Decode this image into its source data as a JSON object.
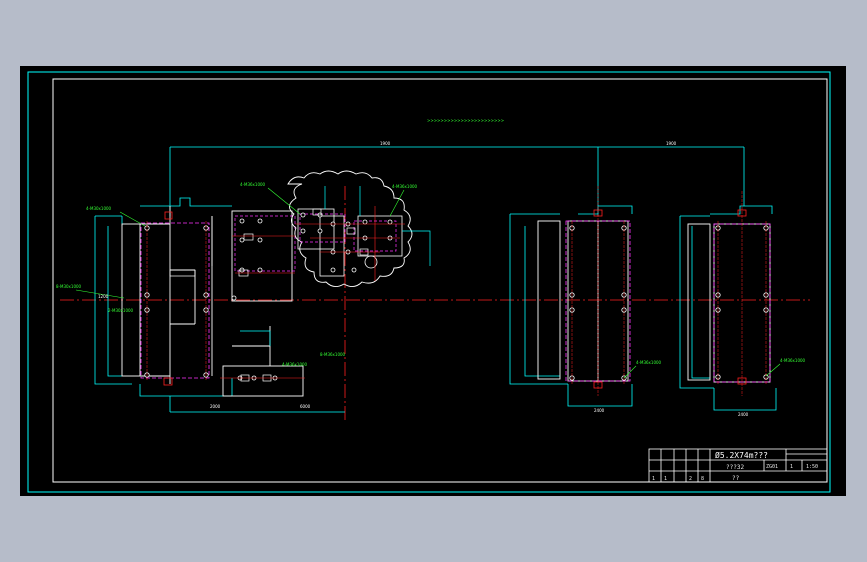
{
  "drawing": {
    "title_note": ">>>>>>>>>>>>>>>>>>>>>>>",
    "dims": {
      "top_left_span": "1900",
      "top_right_span": "1900",
      "bottom_span_1": "2000",
      "bottom_span_2": "6000",
      "left_block_height": "1200",
      "right_block_a_width": "2400",
      "right_block_b_width": "2400"
    },
    "callouts": {
      "left_top": "4-M30x1000",
      "left_mid": "2-M30x1000",
      "left_axis": "8-M30x1000",
      "cloud_top": "4-M36x1000",
      "cloud_right": "4-M36x1000",
      "mid_bottom": "4-M36x1000",
      "bottom_axis": "8-M36x1000",
      "right_a_bottom": "4-M36x1000",
      "right_b_bottom": "4-M36x1000"
    }
  },
  "title_block": {
    "main_title": "Ø5.2X74m???",
    "drawing_name": "???32",
    "sheet": "1",
    "scale": "1:50",
    "material": "ZG01",
    "row1": "1",
    "row2": "1",
    "row3": "2",
    "row4": "8",
    "footer": "??"
  },
  "colors": {
    "background": "#000000",
    "frame": "#00ffff",
    "outline": "#ffffff",
    "center_line": "#ff2020",
    "hidden": "#ff33ff",
    "dimension": "#00ffff",
    "text_green": "#33ff33",
    "screen_bg": "#b6bcc9"
  }
}
